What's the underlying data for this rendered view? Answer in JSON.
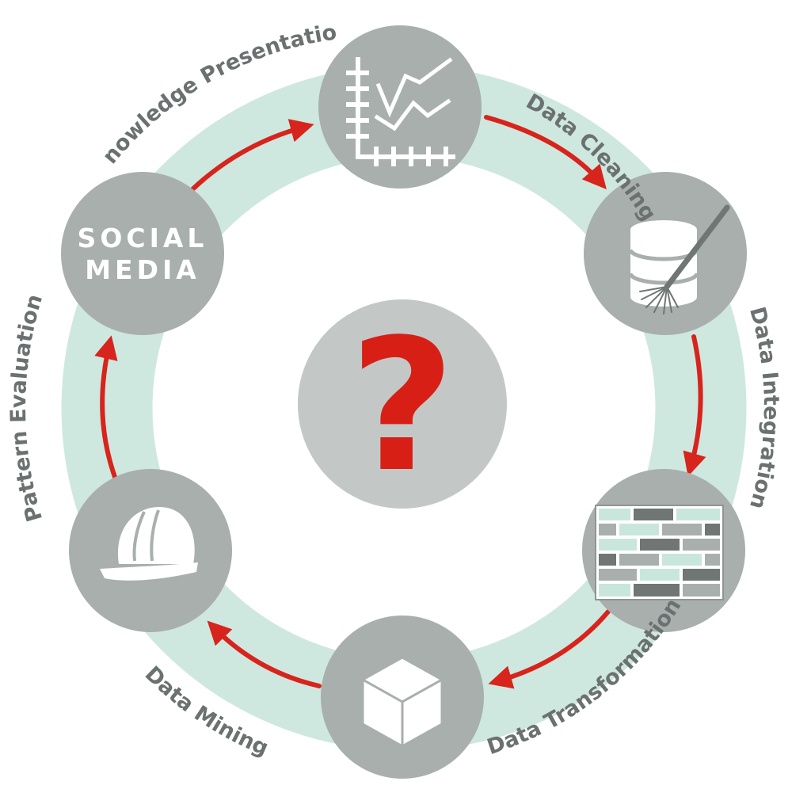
{
  "colors": {
    "ring": "#cfe8df",
    "node": "#a8afad",
    "center": "#c3c8c7",
    "arrow": "#d7241c",
    "label": "#6b7170",
    "icon": "#ffffff",
    "question": "#d71f16"
  },
  "center": {
    "symbol": "?"
  },
  "nodes": [
    {
      "id": "chart",
      "icon": "line-chart-icon"
    },
    {
      "id": "cleaning",
      "icon": "database-broom-icon"
    },
    {
      "id": "integration",
      "icon": "brick-wall-icon"
    },
    {
      "id": "transformation",
      "icon": "cube-icon"
    },
    {
      "id": "mining",
      "icon": "hard-hat-icon"
    },
    {
      "id": "social",
      "icon": "",
      "text": [
        "SOCIAL",
        "MEDIA"
      ]
    }
  ],
  "steps": [
    {
      "label": "Data Cleaning"
    },
    {
      "label": "Data Integration"
    },
    {
      "label": "Data Transformation"
    },
    {
      "label": "Data Mining"
    },
    {
      "label": "Pattern Evaluation"
    },
    {
      "label": "Knowledge Presentation"
    }
  ]
}
